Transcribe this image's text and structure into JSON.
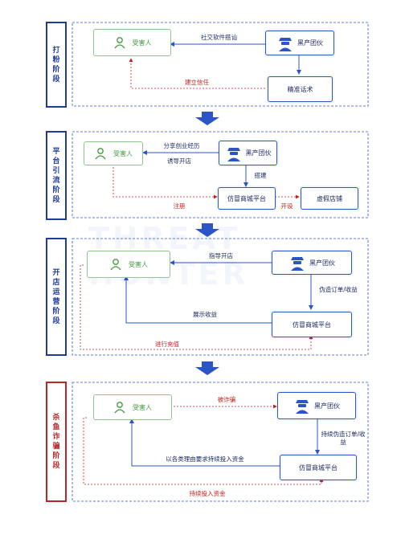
{
  "stages": [
    {
      "label": "打粉阶段",
      "victim": "受害人",
      "gang": "黑产团伙",
      "mid": "精准话术",
      "arrow1": "社交软件搭讪",
      "arrow2": "建立信任"
    },
    {
      "label": "平台引流阶段",
      "victim": "受害人",
      "gang": "黑产团伙",
      "platform": "仿冒商城平台",
      "fake_shop": "虚假店铺",
      "arrow1a": "分享创业经历",
      "arrow1b": "诱导开店",
      "build": "搭建",
      "register": "注册",
      "open_shop": "开设"
    },
    {
      "label": "开店运营阶段",
      "victim": "受害人",
      "gang": "黑产团伙",
      "platform": "仿冒商城平台",
      "guide": "指导开店",
      "fake_orders": "伪造订单/收益",
      "show_income": "展示收益",
      "recharge": "进行充值"
    },
    {
      "label": "杀鱼诈骗阶段",
      "victim": "受害人",
      "gang": "黑产团伙",
      "platform": "仿冒商城平台",
      "scammed": "被诈骗",
      "keep_fake": "持续伪造订单/收益",
      "demand": "以各类理由要求持续投入资金",
      "keep_invest": "持续投入资金"
    }
  ],
  "watermark": "THREAT HUNTER",
  "colors": {
    "blue": "#2b55c6",
    "red": "#b8282a",
    "green": "#3c9a3c",
    "frame": "#2b4fb8"
  }
}
